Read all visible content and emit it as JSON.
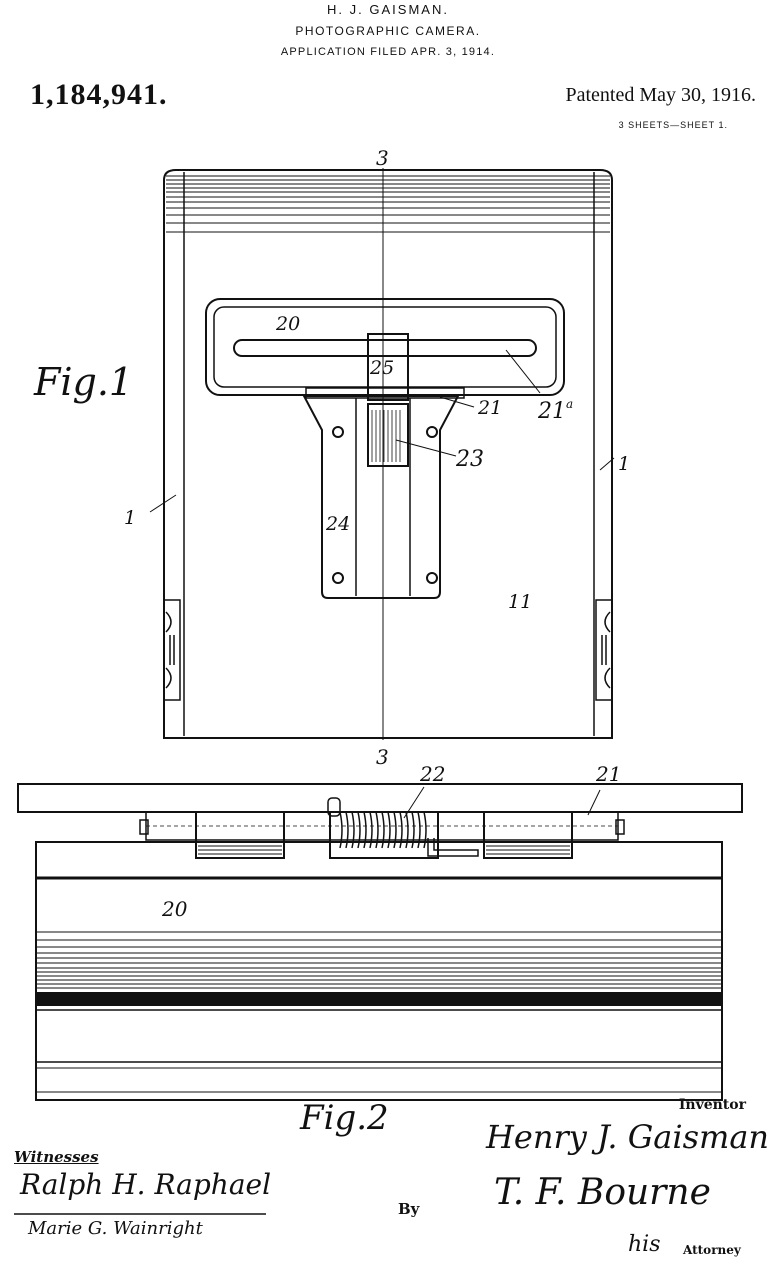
{
  "header": {
    "inventor": "H. J. GAISMAN.",
    "title": "PHOTOGRAPHIC CAMERA.",
    "filed": "APPLICATION FILED APR. 3, 1914.",
    "patent_number": "1,184,941.",
    "patented": "Patented May 30, 1916.",
    "sheets": "3 SHEETS—SHEET 1."
  },
  "figure1": {
    "label": "Fig.1",
    "refs": {
      "section_top": "3",
      "section_bottom": "3",
      "r20": "20",
      "r25": "25",
      "r21": "21",
      "r21a": "21",
      "r21a_sup": "a",
      "r23": "23",
      "r1_left": "1",
      "r1_right": "1",
      "r24": "24",
      "r11": "11"
    }
  },
  "figure2": {
    "label": "Fig.2",
    "refs": {
      "r22": "22",
      "r21": "21",
      "r20": "20"
    }
  },
  "footer": {
    "inventor_heading": "Inventor",
    "inventor_signature": "Henry J. Gaisman",
    "witnesses_label": "Witnesses",
    "witness_1": "Ralph H. Raphael",
    "witness_2": "Marie G. Wainright",
    "by_label": "By",
    "attorney_signature": "T. F. Bourne",
    "his_label": "his",
    "attorney_label": "Attorney"
  }
}
